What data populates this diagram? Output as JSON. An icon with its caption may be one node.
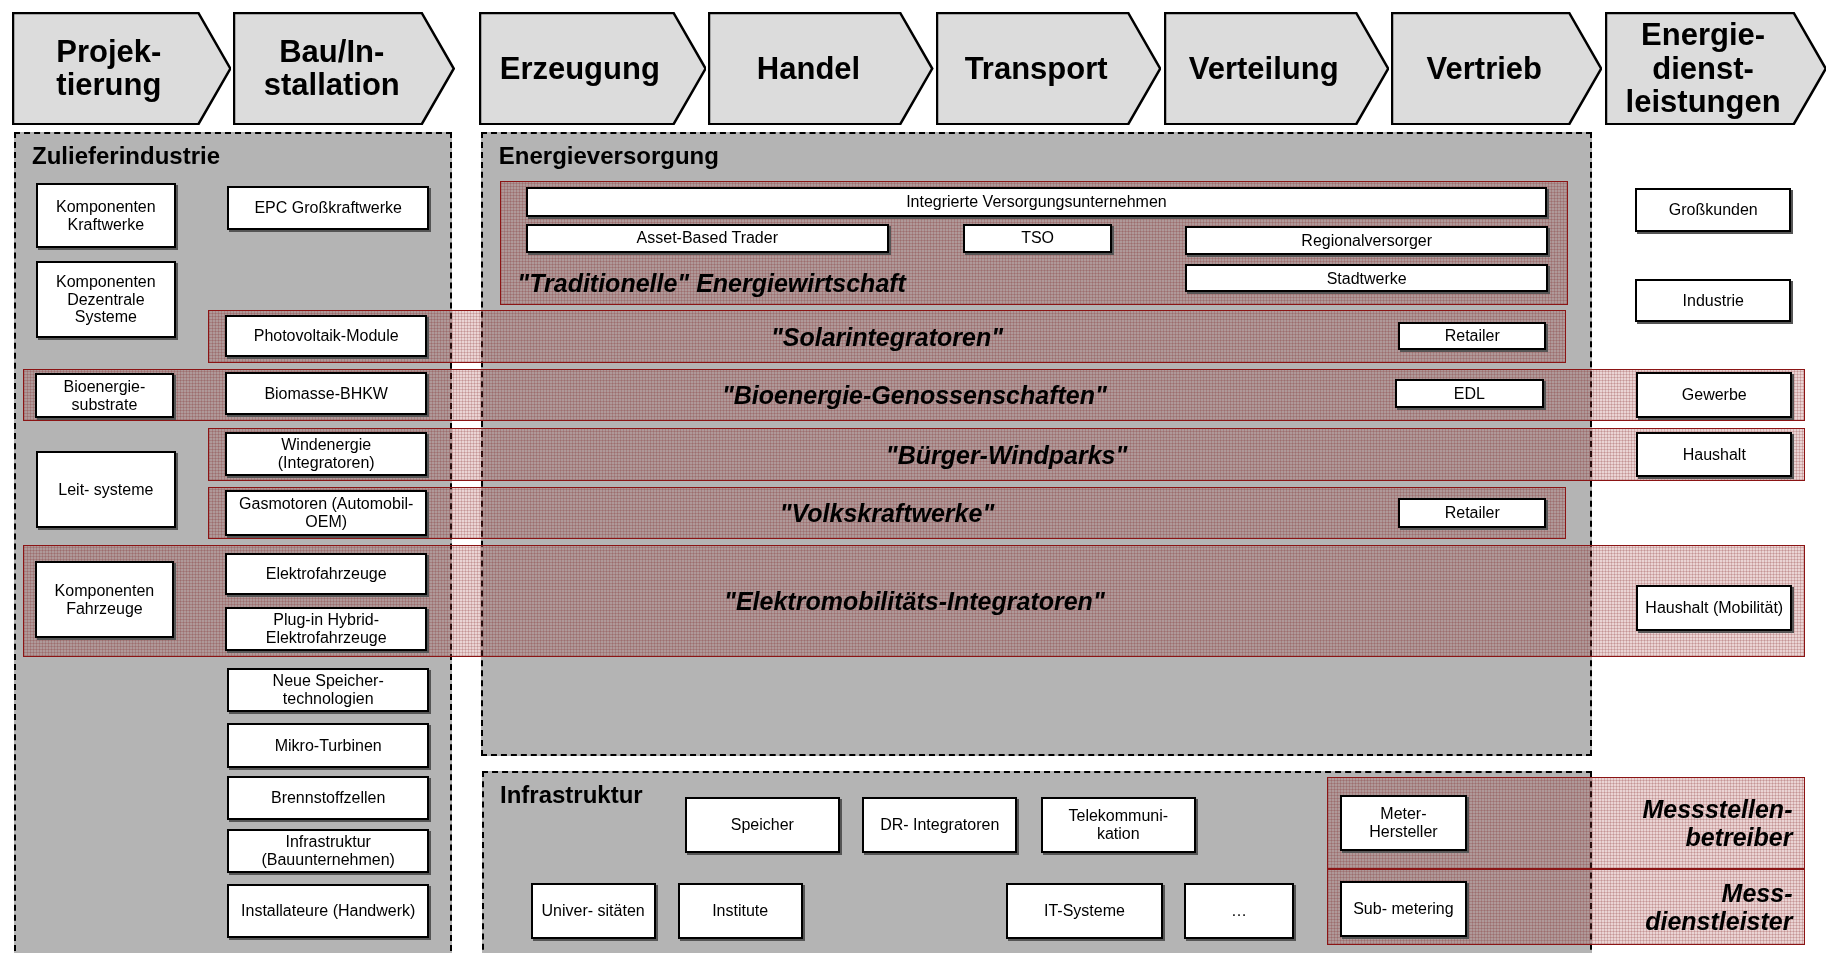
{
  "diagram": {
    "nodes": [
      {
        "text": [
          "Projek- tierung"
        ]
      },
      {
        "text": [
          "Bau/In- stallation"
        ]
      },
      {
        "text": [
          "Erzeugung"
        ]
      },
      {
        "text": [
          "Handel"
        ]
      },
      {
        "text": [
          "Transport"
        ]
      },
      {
        "text": [
          "Verteilung"
        ]
      },
      {
        "text": [
          "Vertrieb"
        ]
      },
      {
        "text": [
          "Energie- dienst- leistungen"
        ]
      },
      {
        "text": [
          "Zulieferindustrie"
        ]
      },
      {
        "text": [
          "Komponenten Kraftwerke"
        ],
        "in": 8
      },
      {
        "text": [
          "EPC Großkraftwerke"
        ],
        "in": 8
      },
      {
        "text": [
          "Komponenten Dezentrale Systeme"
        ],
        "in": 8
      },
      {
        "text": [
          "Leit- systeme"
        ],
        "in": 8
      },
      {
        "text": [
          "Neue Speicher- technologien"
        ],
        "in": 8
      },
      {
        "text": [
          "Mikro-Turbinen"
        ],
        "in": 8
      },
      {
        "text": [
          "Brennstoffzellen"
        ],
        "in": 8
      },
      {
        "text": [
          "Infrastruktur (Bauunternehmen)"
        ],
        "in": 8
      },
      {
        "text": [
          "Installateure (Handwerk)"
        ],
        "in": 8
      },
      {
        "text": [
          "Energieversorgung"
        ]
      },
      {
        "text": [
          "\"Traditionelle\" Energiewirtschaft"
        ],
        "in": 18
      },
      {
        "text": [
          "Integrierte Versorgungsunternehmen"
        ],
        "in": 19
      },
      {
        "text": [
          "Asset-Based Trader"
        ],
        "in": 19
      },
      {
        "text": [
          "TSO"
        ],
        "in": 19
      },
      {
        "text": [
          "Regionalversorger"
        ],
        "in": 19
      },
      {
        "text": [
          "Stadtwerke"
        ],
        "in": 19
      },
      {
        "text": [
          "\"Solarintegratoren\""
        ]
      },
      {
        "text": [
          "Photovoltaik-Module"
        ]
      },
      {
        "text": [
          "Retailer"
        ]
      },
      {
        "text": [
          "\"Bioenergie-Genossenschaften\""
        ]
      },
      {
        "text": [
          "Bioenergie- substrate"
        ]
      },
      {
        "text": [
          "Biomasse-BHKW"
        ]
      },
      {
        "text": [
          "EDL"
        ]
      },
      {
        "text": [
          "Gewerbe"
        ],
        "in": 28
      },
      {
        "text": [
          "\"Bürger-Windparks\""
        ]
      },
      {
        "text": [
          "Windenergie (Integratoren)"
        ]
      },
      {
        "text": [
          "Haushalt"
        ],
        "in": 33
      },
      {
        "text": [
          "\"Volkskraftwerke\""
        ]
      },
      {
        "text": [
          "Gasmotoren (Automobil-OEM)"
        ]
      },
      {
        "text": [
          "Retailer"
        ]
      },
      {
        "text": [
          "\"Elektromobilitäts-Integratoren\""
        ]
      },
      {
        "text": [
          "Komponenten Fahrzeuge"
        ]
      },
      {
        "text": [
          "Elektrofahrzeuge"
        ]
      },
      {
        "text": [
          "Plug-in Hybrid- Elektrofahrzeuge"
        ]
      },
      {
        "text": [
          "Haushalt (Mobilität)"
        ],
        "in": 39
      },
      {
        "text": [
          "Großkunden"
        ]
      },
      {
        "text": [
          "Industrie"
        ]
      },
      {
        "text": [
          "Infrastruktur"
        ]
      },
      {
        "text": [
          "Speicher"
        ],
        "in": 46
      },
      {
        "text": [
          "DR- Integratoren"
        ],
        "in": 46
      },
      {
        "text": [
          "Telekommuni- kation"
        ],
        "in": 46
      },
      {
        "text": [
          "Univer- sitäten"
        ],
        "in": 46
      },
      {
        "text": [
          "Institute"
        ],
        "in": 46
      },
      {
        "text": [
          "IT-Systeme"
        ],
        "in": 46
      },
      {
        "text": [
          "…"
        ],
        "in": 46
      },
      {
        "text": [
          "Messstellen- betreiber"
        ]
      },
      {
        "text": [
          "Meter- Hersteller"
        ]
      },
      {
        "text": [
          "Mess- dienstleister"
        ]
      },
      {
        "text": [
          "Sub- metering"
        ]
      }
    ]
  }
}
